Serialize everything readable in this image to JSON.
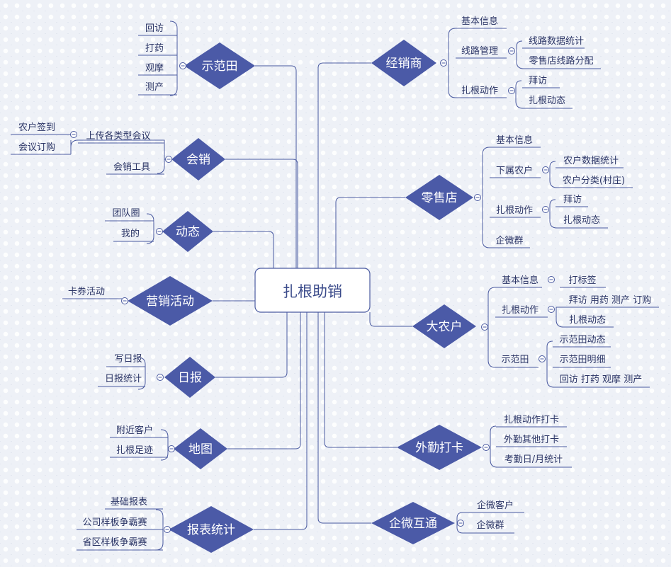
{
  "root": {
    "label": "扎根助销"
  },
  "nodes": {
    "shifantian": "示范田",
    "shifantian_1": "回访",
    "shifantian_2": "打药",
    "shifantian_3": "观摩",
    "shifantian_4": "测产",
    "huixiao": "会销",
    "huixiao_1": "上传各类型会议",
    "huixiao_1_1": "农户签到",
    "huixiao_1_2": "会议订购",
    "huixiao_2": "会销工具",
    "dongtai": "动态",
    "dongtai_1": "团队圈",
    "dongtai_2": "我的",
    "yingxiao": "营销活动",
    "yingxiao_1": "卡券活动",
    "ribao": "日报",
    "ribao_1": "写日报",
    "ribao_2": "日报统计",
    "ditu": "地图",
    "ditu_1": "附近客户",
    "ditu_2": "扎根足迹",
    "baobiao": "报表统计",
    "baobiao_1": "基础报表",
    "baobiao_2": "公司样板争霸赛",
    "baobiao_3": "省区样板争霸赛",
    "jingxiao": "经销商",
    "jingxiao_1": "基本信息",
    "jingxiao_2": "线路管理",
    "jingxiao_2_1": "线路数据统计",
    "jingxiao_2_2": "零售店线路分配",
    "jingxiao_3": "扎根动作",
    "jingxiao_3_1": "拜访",
    "jingxiao_3_2": "扎根动态",
    "lingshou": "零售店",
    "lingshou_1": "基本信息",
    "lingshou_2": "下属农户",
    "lingshou_2_1": "农户数据统计",
    "lingshou_2_2": "农户分类(村庄)",
    "lingshou_3": "扎根动作",
    "lingshou_3_1": "拜访",
    "lingshou_3_2": "扎根动态",
    "lingshou_4": "企微群",
    "danonghu": "大农户",
    "danonghu_1": "基本信息",
    "danonghu_1_1": "打标签",
    "danonghu_2": "扎根动作",
    "danonghu_2_1": "拜访 用药 测产 订购",
    "danonghu_2_2": "扎根动态",
    "danonghu_3": "示范田",
    "danonghu_3_1": "示范田动态",
    "danonghu_3_2": "示范田明细",
    "danonghu_3_3": "回访 打药 观摩 测产",
    "waiqin": "外勤打卡",
    "waiqin_1": "扎根动作打卡",
    "waiqin_2": "外勤其他打卡",
    "waiqin_3": "考勤日/月统计",
    "qiwei": "企微互通",
    "qiwei_1": "企微客户",
    "qiwei_2": "企微群"
  },
  "colors": {
    "accent": "#4b5aa7",
    "line": "#4a5aa0",
    "text": "#2b3566"
  },
  "icons": {
    "toggle": "collapse-toggle-icon"
  }
}
